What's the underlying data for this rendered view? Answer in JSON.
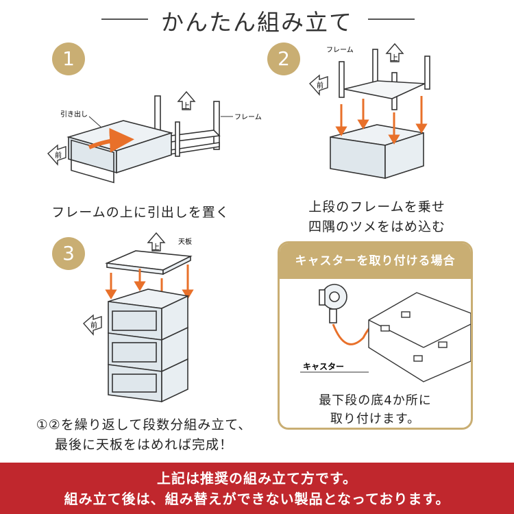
{
  "title": "かんたん組み立て",
  "steps": [
    {
      "number": "1",
      "caption": "フレームの上に引出しを置く",
      "label_drawer": "引き出し",
      "label_frame": "フレーム",
      "up": "上",
      "front": "前"
    },
    {
      "number": "2",
      "caption_line1": "上段のフレームを乗せ",
      "caption_line2": "四隅のツメをはめ込む",
      "label_frame": "フレーム",
      "up": "上",
      "front": "前"
    },
    {
      "number": "3",
      "caption_line1": "①②を繰り返して段数分組み立て、",
      "caption_line2": "最後に天板をはめれば完成！",
      "label_top": "天板",
      "up": "上",
      "front": "前"
    }
  ],
  "caster": {
    "header": "キャスターを取り付ける場合",
    "label": "キャスター",
    "caption_line1": "最下段の底4か所に",
    "caption_line2": "取り付けます。"
  },
  "banner": {
    "line1": "上記は推奨の組み立て方です。",
    "line2": "組み立て後は、組み替えができない製品となっております。"
  },
  "colors": {
    "accent": "#c9ae73",
    "banner": "#c0272d",
    "arrow": "#e8702a",
    "panel": "#dfe7ec"
  }
}
